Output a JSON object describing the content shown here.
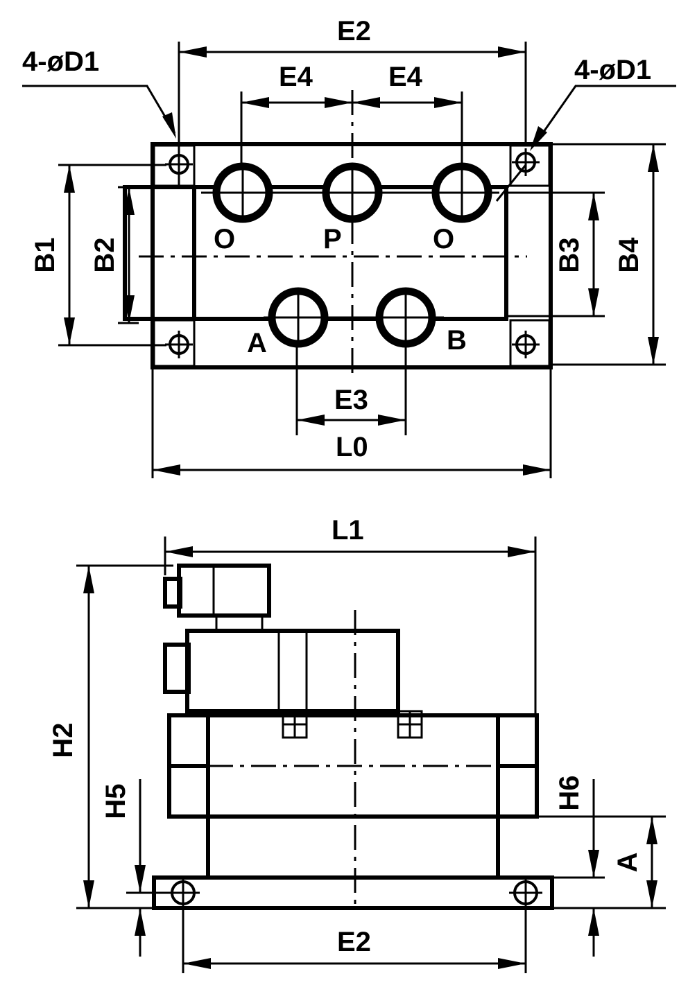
{
  "labels": {
    "e2_top": "E2",
    "e4_left": "E4",
    "e4_right": "E4",
    "d1_left": "4-øD1",
    "d1_right": "4-øD1",
    "b1": "B1",
    "b2": "B2",
    "b3": "B3",
    "b4": "B4",
    "port_o_left": "O",
    "port_p": "P",
    "port_o_right": "O",
    "port_a": "A",
    "port_b": "B",
    "e3": "E3",
    "l0": "L0",
    "l1": "L1",
    "h2": "H2",
    "h5": "H5",
    "h6": "H6",
    "dim_a": "A",
    "e2_bottom": "E2"
  }
}
